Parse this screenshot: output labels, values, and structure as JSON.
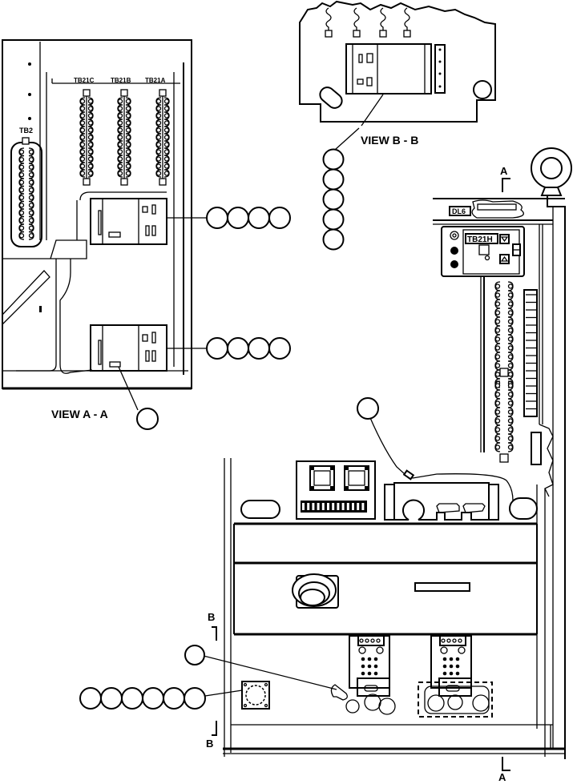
{
  "title": "Equipment enclosure — component location views",
  "labels": {
    "view_a": "VIEW A - A",
    "view_b": "VIEW B - B",
    "tb2": "TB2",
    "tb21c": "TB21C",
    "tb21b": "TB21B",
    "tb21a": "TB21A",
    "tb21h": "TB21H",
    "dl6": "DL6",
    "section_a_top": "A",
    "section_a_bottom": "A",
    "section_b_top": "B",
    "section_b_bottom": "B"
  },
  "callouts": {
    "view_a_upper_group": {
      "count": 4
    },
    "view_a_lower_group": {
      "count": 4
    },
    "view_a_single": {
      "count": 1
    },
    "view_b_group": {
      "count": 5
    },
    "main_wire_single": {
      "count": 1
    },
    "main_connector_group": {
      "count": 6
    },
    "main_bracket_single": {
      "count": 1
    }
  },
  "colors": {
    "ink": "#000000",
    "paper": "#ffffff"
  }
}
